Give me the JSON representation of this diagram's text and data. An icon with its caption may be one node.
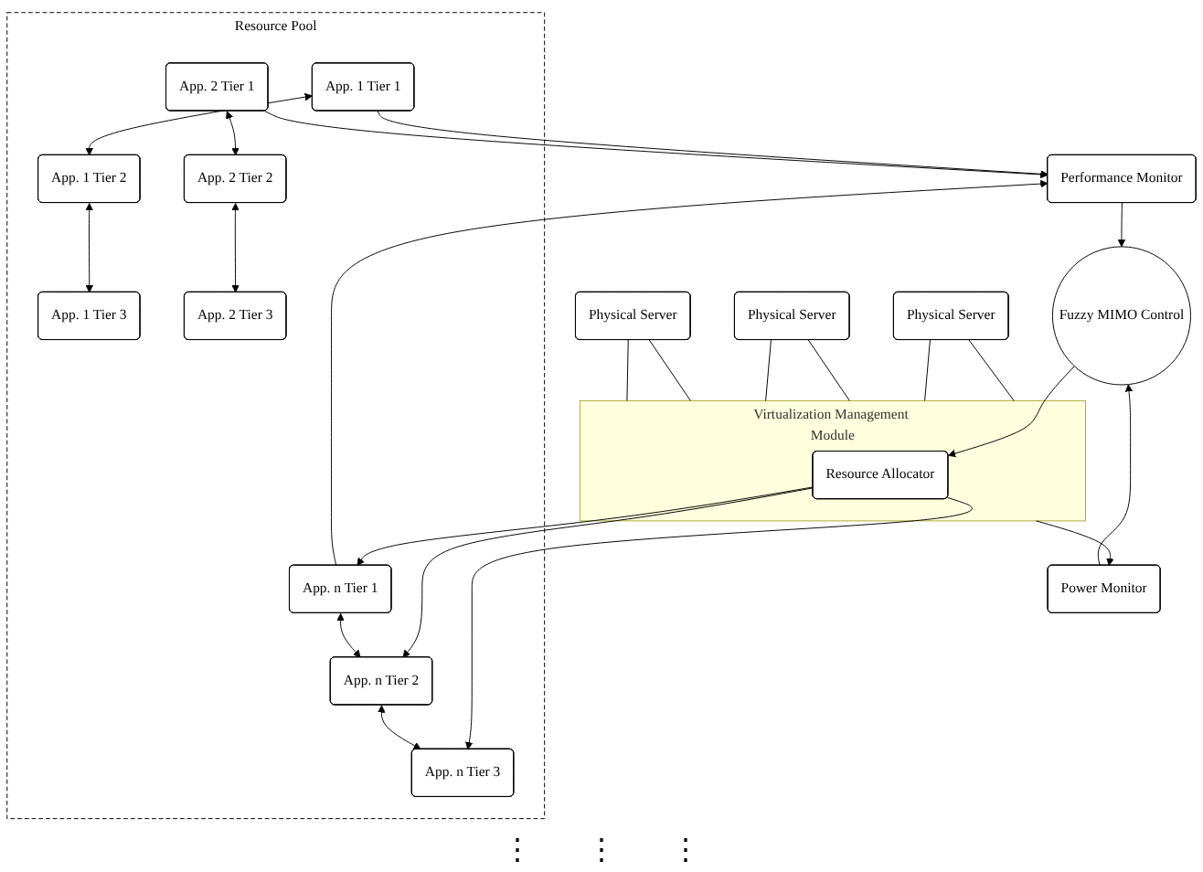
{
  "diagram": {
    "nodes": [
      {
        "text": [
          "Performance Monitor"
        ]
      },
      {
        "text": [
          "Power Monitor"
        ]
      },
      {
        "text": [
          "Fuzzy MIMO Control"
        ]
      },
      {
        "text": [
          "Resource Pool"
        ]
      },
      {
        "text": [
          "App. 1 Tier 1"
        ],
        "in": 3
      },
      {
        "text": [
          "App. 1 Tier 2"
        ],
        "in": 3
      },
      {
        "text": [
          "App. 1 Tier 3"
        ],
        "in": 3
      },
      {
        "text": [
          "App. 2 Tier 1"
        ],
        "in": 3
      },
      {
        "text": [
          "App. 2 Tier 2"
        ],
        "in": 3
      },
      {
        "text": [
          "App. 2 Tier 3"
        ],
        "in": 3
      },
      {
        "text": [
          "App. n Tier 1"
        ],
        "in": 3
      },
      {
        "text": [
          "App. n Tier 2"
        ],
        "in": 3
      },
      {
        "text": [
          "App. n Tier 3"
        ],
        "in": 3
      },
      {
        "text": [
          "Virtualization Management Module"
        ]
      },
      {
        "text": [
          "Resource Allocator"
        ],
        "in": 13
      },
      {
        "text": [
          "Physical Server"
        ]
      },
      {
        "text": [
          "Physical Server"
        ]
      },
      {
        "text": [
          "Physical Server"
        ]
      }
    ],
    "edges": [
      {
        "from": 4,
        "to": 0,
        "arrow": "to"
      },
      {
        "from": 7,
        "to": 0,
        "arrow": "to"
      },
      {
        "from": 10,
        "to": 0,
        "arrow": "to"
      },
      {
        "from": 0,
        "to": 2,
        "arrow": "to"
      },
      {
        "from": 1,
        "to": 2,
        "arrow": "to"
      },
      {
        "from": 13,
        "to": 1,
        "arrow": "to"
      },
      {
        "from": 2,
        "to": 14,
        "arrow": "to"
      },
      {
        "from": 14,
        "to": 10,
        "arrow": "to"
      },
      {
        "from": 14,
        "to": 11,
        "arrow": "to"
      },
      {
        "from": 14,
        "to": 12,
        "arrow": "to"
      },
      {
        "from": 4,
        "to": 5,
        "arrow": "both"
      },
      {
        "from": 5,
        "to": 6,
        "arrow": "both"
      },
      {
        "from": 7,
        "to": 8,
        "arrow": "both"
      },
      {
        "from": 8,
        "to": 9,
        "arrow": "both"
      },
      {
        "from": 10,
        "to": 11,
        "arrow": "both"
      },
      {
        "from": 11,
        "to": 12,
        "arrow": "both"
      },
      {
        "from": 15,
        "to": 13,
        "arrow": "none"
      },
      {
        "from": 15,
        "to": 13,
        "arrow": "none"
      },
      {
        "from": 16,
        "to": 13,
        "arrow": "none"
      },
      {
        "from": 16,
        "to": 13,
        "arrow": "none"
      },
      {
        "from": 17,
        "to": 13,
        "arrow": "none"
      },
      {
        "from": 17,
        "to": 13,
        "arrow": "none"
      }
    ],
    "labels": [
      "⋮",
      "⋮",
      "⋮"
    ]
  }
}
